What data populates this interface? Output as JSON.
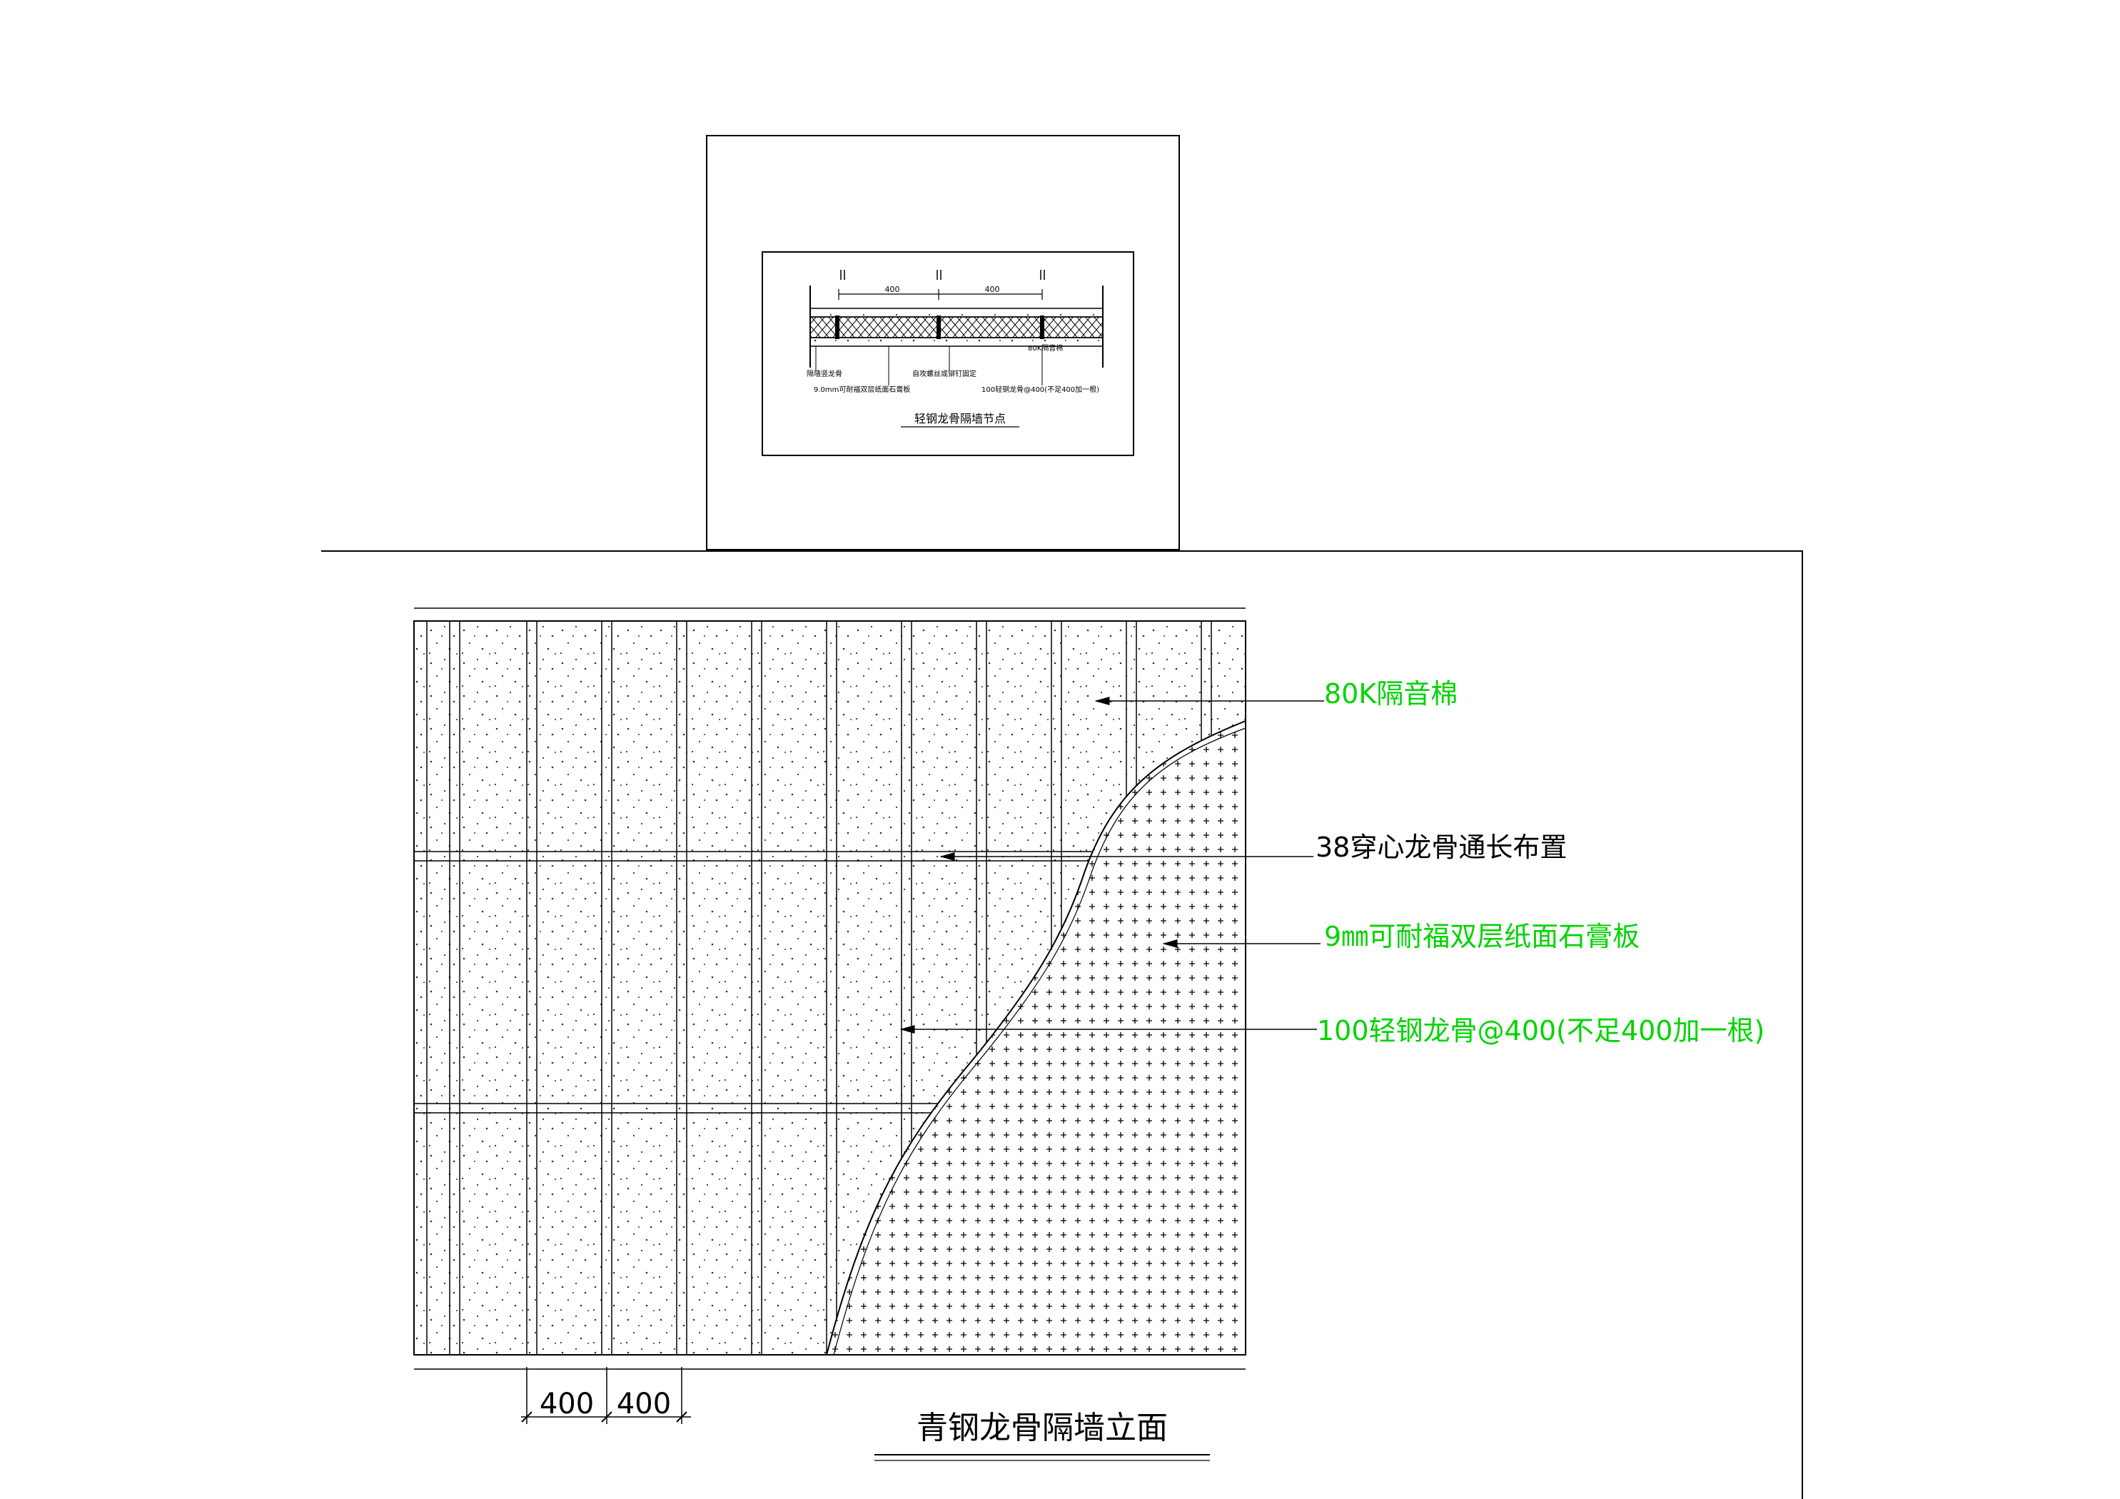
{
  "detail": {
    "title": "轻钢龙骨隔墙节点",
    "dims": [
      "400",
      "400"
    ],
    "labels": {
      "left_top": "隔墙竖龙骨",
      "mid_top": "自攻螺丝或铆钉固定",
      "right_top": "80K隔音棉",
      "left_bottom": "9.0mm可耐福双层纸面石膏板",
      "right_bottom": "100轻钢龙骨@400(不足400加一根)"
    }
  },
  "elevation": {
    "title": "青钢龙骨隔墙立面",
    "dims": [
      "400",
      "400"
    ],
    "annotations": [
      {
        "key": "insulation",
        "text": "80K隔音棉",
        "color": "#00d400"
      },
      {
        "key": "through_keel",
        "text": "38穿心龙骨通长布置",
        "color": "#000000"
      },
      {
        "key": "gypsum_board",
        "text": "9㎜可耐福双层纸面石膏板",
        "color": "#00d400"
      },
      {
        "key": "stud",
        "text": "100轻钢龙骨@400(不足400加一根)",
        "color": "#00d400"
      }
    ]
  },
  "colors": {
    "line": "#000000",
    "annotation_green": "#00d400"
  }
}
